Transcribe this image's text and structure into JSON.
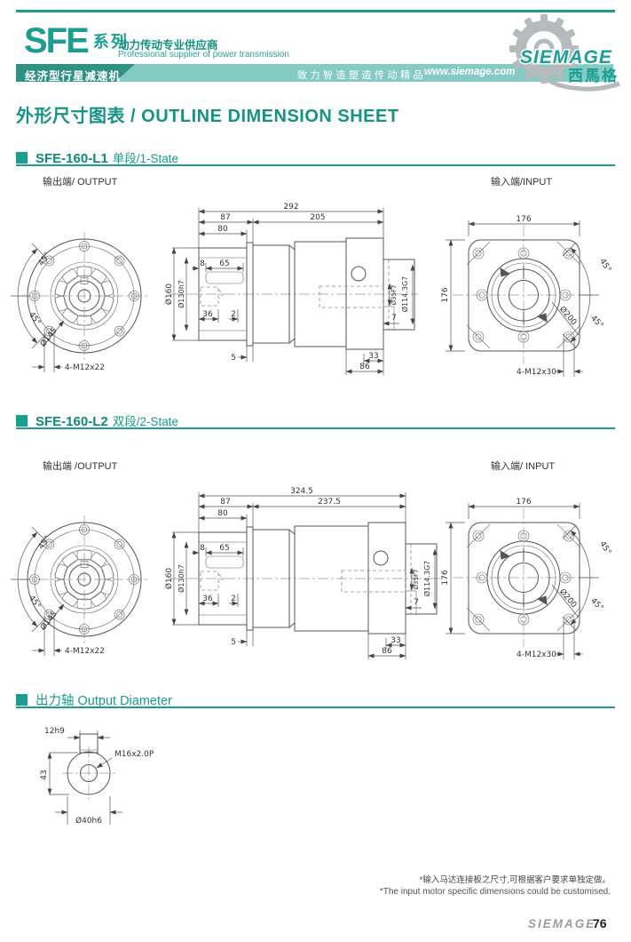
{
  "header": {
    "series": "SFE",
    "series_cn": "系列",
    "supplier_cn": "动力传动专业供应商",
    "supplier_en": "Professional supplier of power transmission",
    "banner_product": "经济型行星减速机",
    "banner_slogan": "致力智造塑造传动精品",
    "banner_url": "www.siemage.com",
    "brand": "SIEMAGE",
    "brand_cn": "西馬格"
  },
  "title": "外形尺寸图表 / OUTLINE DIMENSION SHEET",
  "sections": {
    "l1": {
      "model": "SFE-160-L1",
      "stage": "单段/1-State",
      "output_label": "输出端/ OUTPUT",
      "input_label": "输入端/INPUT"
    },
    "l2": {
      "model": "SFE-160-L2",
      "stage": "双段/2-State",
      "output_label": "输出端 /OUTPUT",
      "input_label": "输入端/ INPUT"
    },
    "shaft": {
      "title": "出力轴 Output Diameter"
    }
  },
  "output_flange": {
    "angle_top": "45°",
    "angle_bottom": "45°",
    "bolt_circle": "Ø145",
    "bolt_spec": "4-M12x22"
  },
  "input_flange": {
    "width": "176",
    "height": "176",
    "angle_top": "45°",
    "angle_bottom": "45°",
    "pilot": "Ø200",
    "bolt_spec": "4-M12x30"
  },
  "side_l1": {
    "overall": "292",
    "front": "87",
    "rear": "205",
    "flange_len": "80",
    "key_offset": "8",
    "key_len": "65",
    "body_dia": "Ø160",
    "pilot_dia": "Ø130h7",
    "hub_len": "36",
    "gap": "2",
    "plate": "5",
    "bore": "Ø35F7",
    "spigot": "Ø114.3G7",
    "depth": "7",
    "adapter": "33",
    "input_len": "86"
  },
  "side_l2": {
    "overall": "324.5",
    "front": "87",
    "rear": "237.5",
    "flange_len": "80",
    "key_offset": "8",
    "key_len": "65",
    "body_dia": "Ø160",
    "pilot_dia": "Ø130h7",
    "hub_len": "36",
    "gap": "2",
    "plate": "5",
    "bore": "Ø35F7",
    "spigot": "Ø114.3G7",
    "depth": "7",
    "adapter": "33",
    "input_len": "86"
  },
  "shaft_view": {
    "key_width": "12h9",
    "center_h": "43",
    "thread": "M16x2.0P",
    "dia": "Ø40h6"
  },
  "footnotes": {
    "cn": "*输入马达连接板之尺寸,可根据客户要求单独定做。",
    "en": "*The input motor specific dimensions could be customised."
  },
  "footer": {
    "brand": "SIEMAGE",
    "page": "76"
  }
}
